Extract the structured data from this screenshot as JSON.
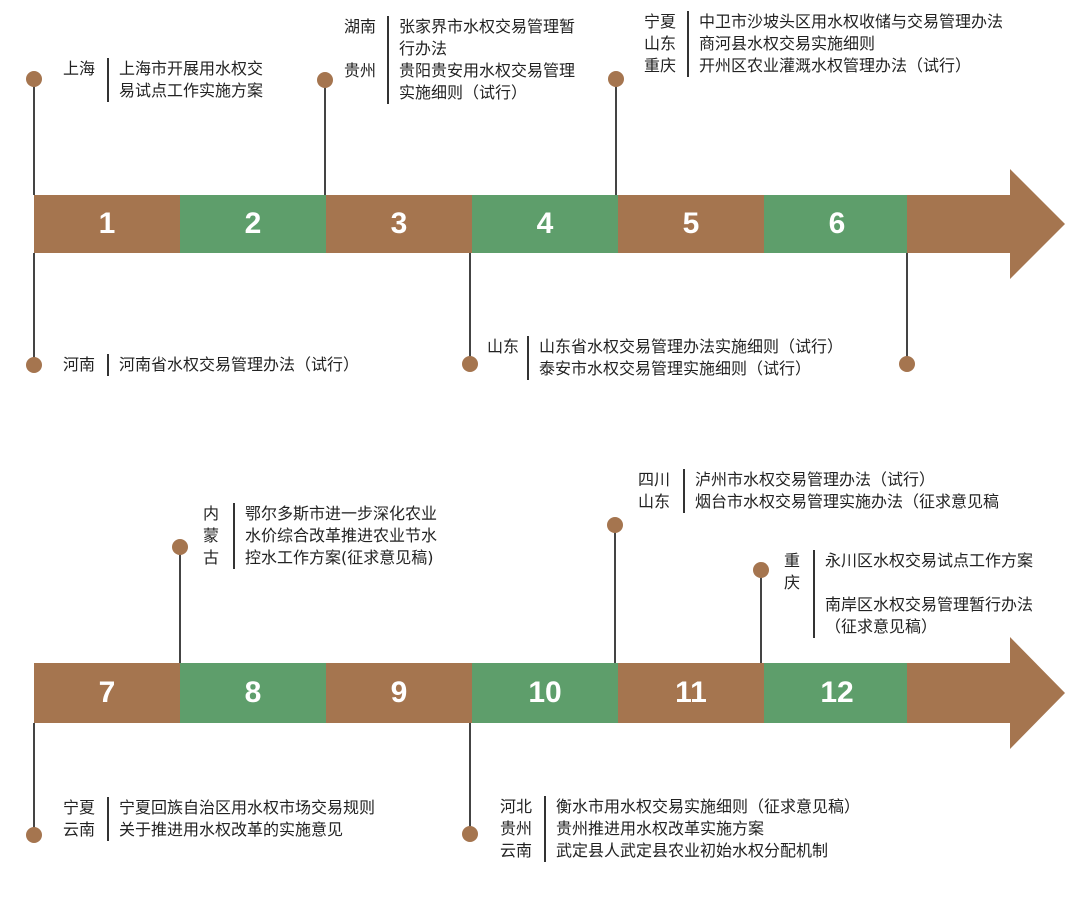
{
  "colors": {
    "brown": "#A5754F",
    "green": "#5E9E6B"
  },
  "timelines": [
    {
      "segments": [
        "1",
        "2",
        "3",
        "4",
        "5",
        "6"
      ],
      "annotations": [
        {
          "provinces": [
            [
              "上海"
            ]
          ],
          "items": [
            [
              "上海市开展用水权交",
              "易试点工作实施方案"
            ]
          ]
        },
        {
          "provinces": [
            [
              "湖南"
            ],
            [
              "贵州"
            ]
          ],
          "items": [
            [
              "张家界市水权交易管理暂",
              "行办法"
            ],
            [
              "贵阳贵安用水权交易管理",
              "实施细则（试行）"
            ]
          ]
        },
        {
          "provinces": [
            [
              "宁夏"
            ],
            [
              "山东"
            ],
            [
              "重庆"
            ]
          ],
          "items": [
            [
              "中卫市沙坡头区用水权收储与交易管理办法"
            ],
            [
              "商河县水权交易实施细则"
            ],
            [
              "开州区农业灌溉水权管理办法（试行）"
            ]
          ]
        },
        {
          "provinces": [
            [
              "河南"
            ]
          ],
          "items": [
            [
              "河南省水权交易管理办法（试行）"
            ]
          ]
        },
        {
          "provinces": [
            [
              "山东"
            ]
          ],
          "items": [
            [
              "山东省水权交易管理办法实施细则（试行）"
            ],
            [
              "泰安市水权交易管理实施细则（试行）"
            ]
          ]
        }
      ]
    },
    {
      "segments": [
        "7",
        "8",
        "9",
        "10",
        "11",
        "12"
      ],
      "annotations": [
        {
          "provinces": [
            [
              "内",
              "蒙",
              "古"
            ]
          ],
          "items": [
            [
              "鄂尔多斯市进一步深化农业",
              "水价综合改革推进农业节水",
              "控水工作方案(征求意见稿)"
            ]
          ]
        },
        {
          "provinces": [
            [
              "四川"
            ],
            [
              "山东"
            ]
          ],
          "items": [
            [
              "泸州市水权交易管理办法（试行）"
            ],
            [
              "烟台市水权交易管理实施办法（征求意见稿"
            ]
          ]
        },
        {
          "provinces": [
            [
              "重",
              "庆"
            ]
          ],
          "items": [
            [
              "永川区水权交易试点工作方案"
            ],
            [
              "南岸区水权交易管理暂行办法",
              "（征求意见稿）"
            ]
          ]
        },
        {
          "provinces": [
            [
              "宁夏"
            ],
            [
              "云南"
            ]
          ],
          "items": [
            [
              "宁夏回族自治区用水权市场交易规则"
            ],
            [
              "关于推进用水权改革的实施意见"
            ]
          ]
        },
        {
          "provinces": [
            [
              "河北"
            ],
            [
              "贵州"
            ],
            [
              "云南"
            ]
          ],
          "items": [
            [
              "衡水市用水权交易实施细则（征求意见稿）"
            ],
            [
              "贵州推进用水权改革实施方案"
            ],
            [
              "武定县人武定县农业初始水权分配机制"
            ]
          ]
        }
      ]
    }
  ]
}
